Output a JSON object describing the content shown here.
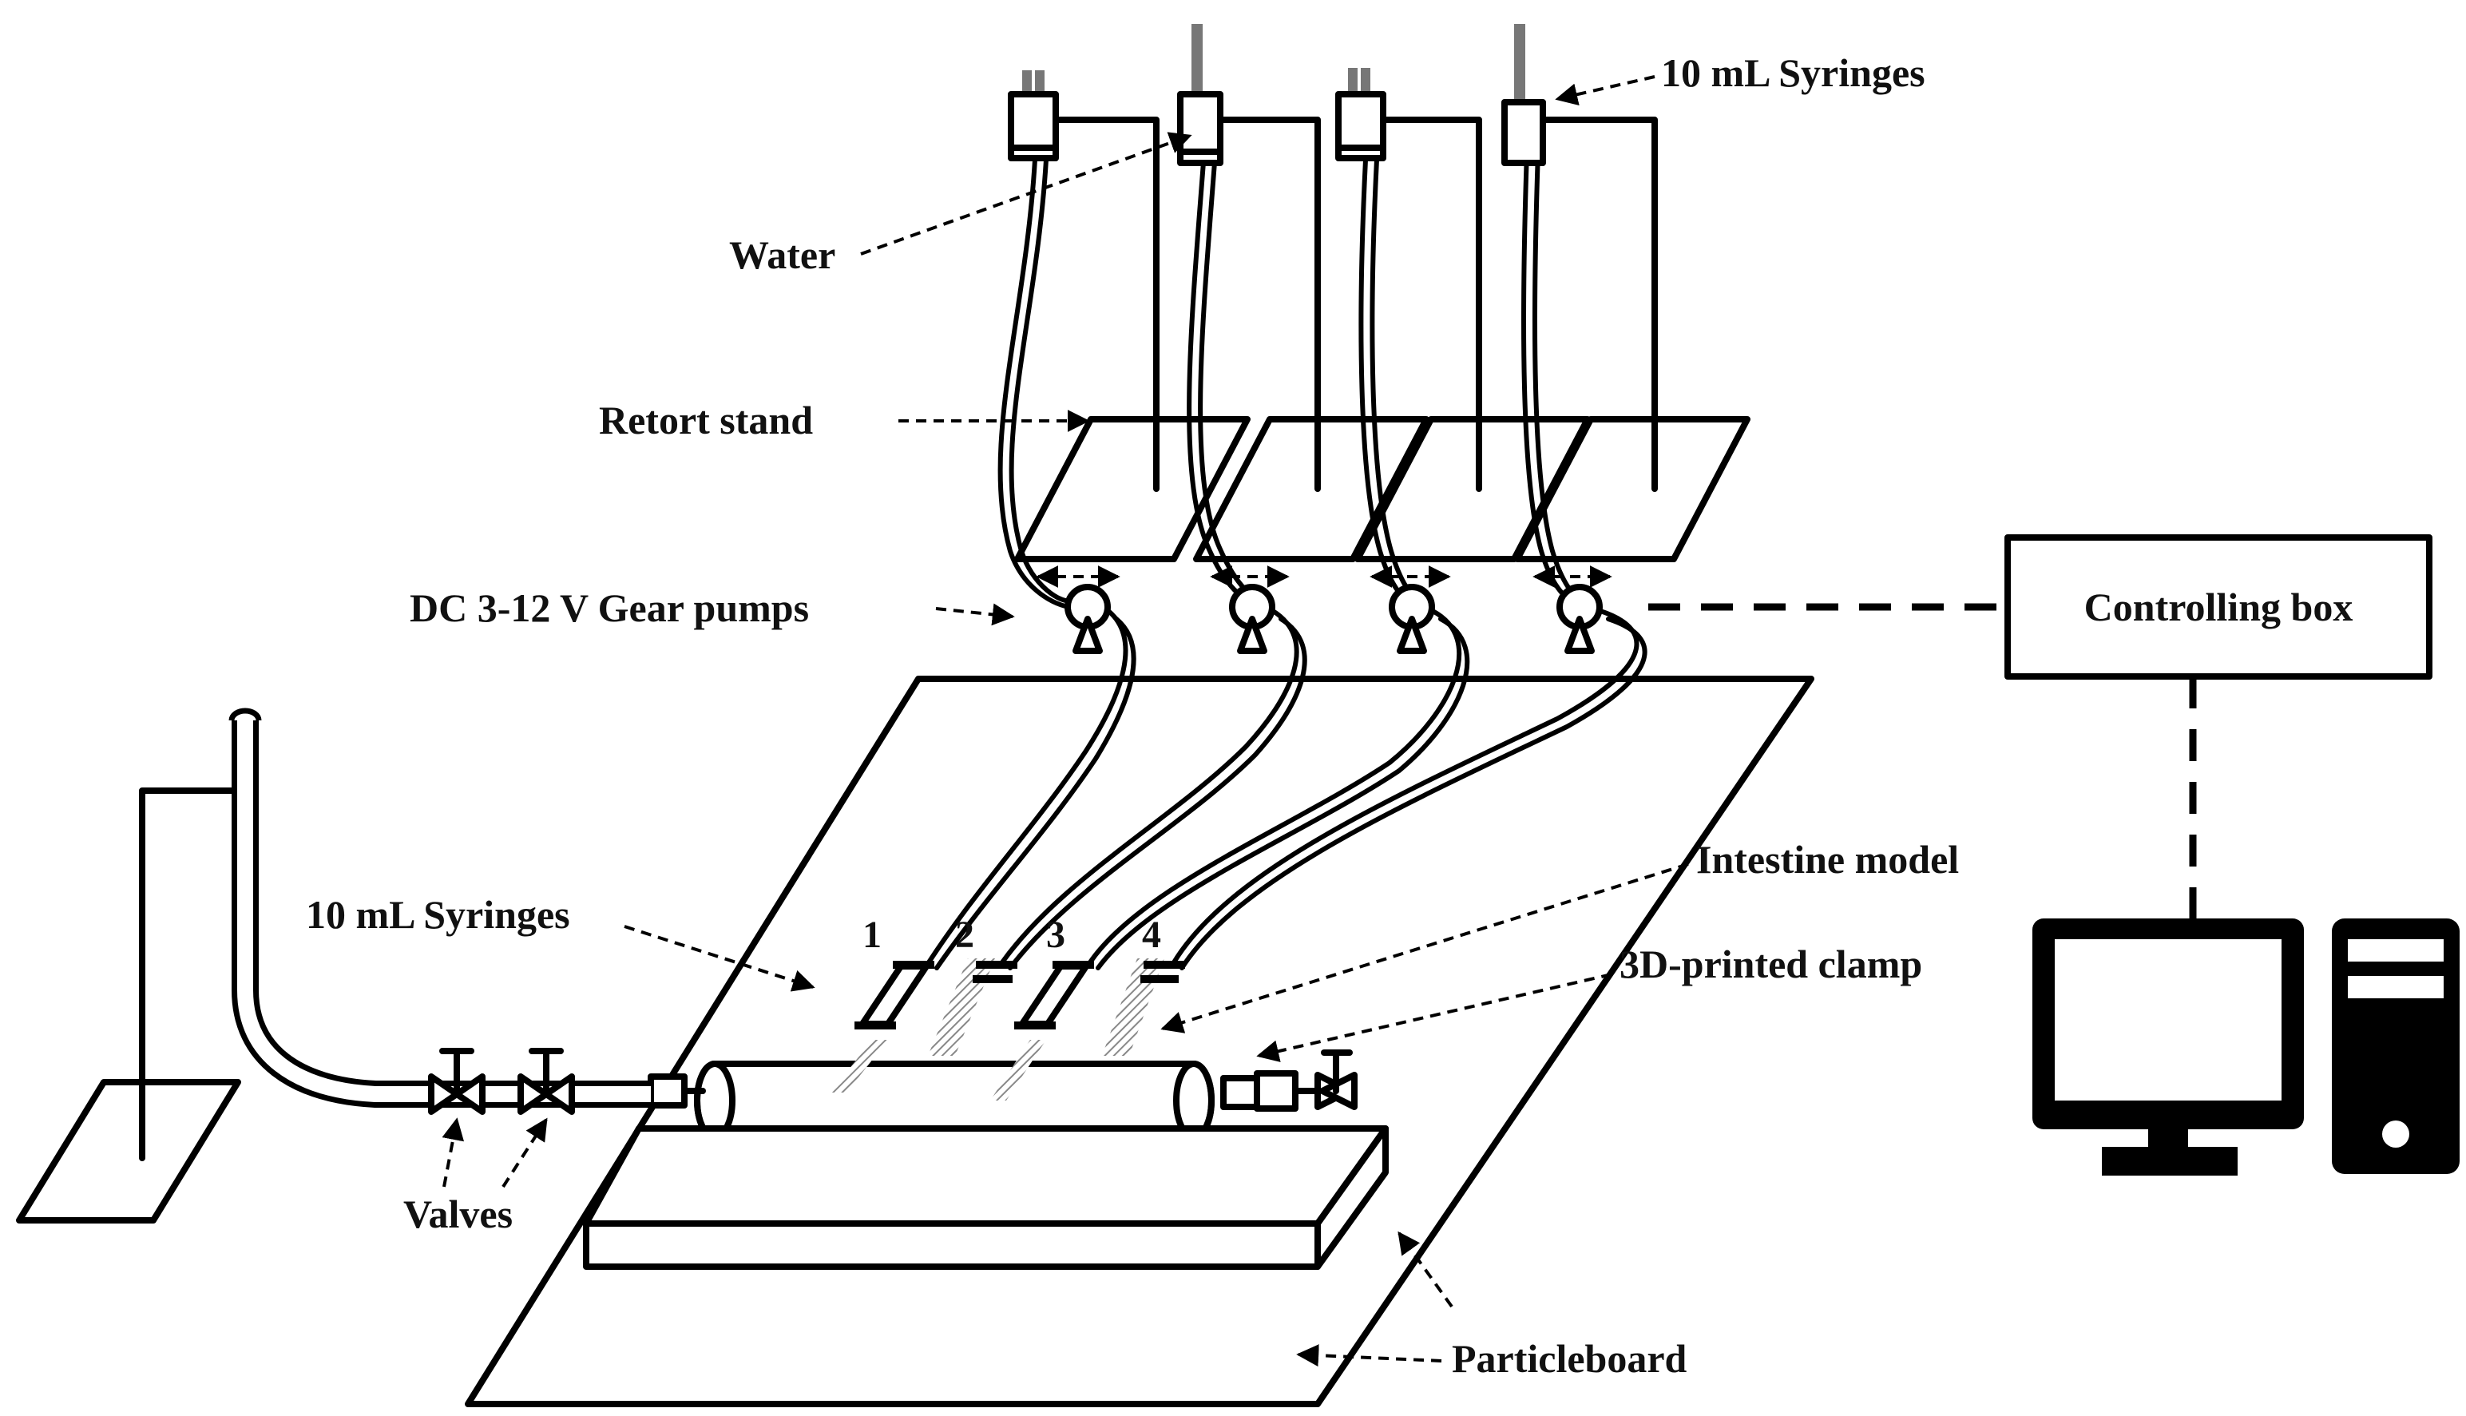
{
  "labels": {
    "syringes_top": "10 mL Syringes",
    "water": "Water",
    "retort_stand": "Retort stand",
    "gear_pumps": "DC 3-12 V Gear pumps",
    "controlling_box": "Controlling box",
    "intestine_model": "Intestine model",
    "syringes_left": "10 mL Syringes",
    "clamp": "3D-printed clamp",
    "valves": "Valves",
    "particleboard": "Particleboard"
  },
  "channels": [
    "1",
    "2",
    "3",
    "4"
  ],
  "icons": {
    "computer": "desktop-computer-icon"
  },
  "colors": {
    "line": "#000000",
    "background": "#ffffff",
    "plunger": "#777777",
    "hatch": "#999999"
  }
}
